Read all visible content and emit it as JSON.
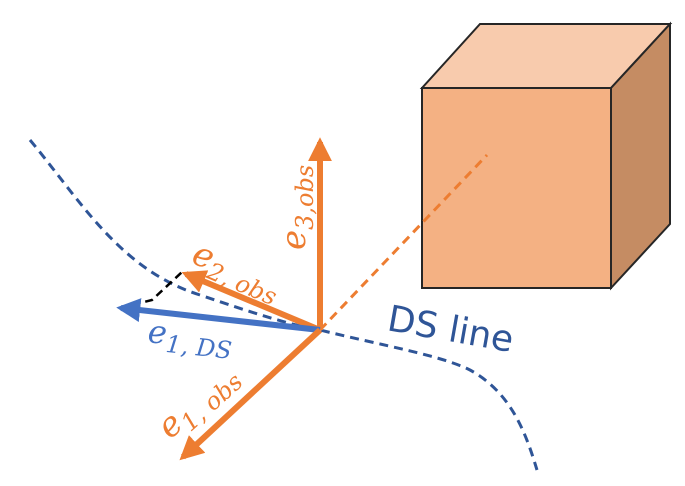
{
  "labels": {
    "e3_main": "e",
    "e3_sub": "3,obs",
    "e2_main": "e",
    "e2_sub": "2, obs",
    "e1ds_main": "e",
    "e1ds_sub": "1, DS",
    "e1obs_main": "e",
    "e1obs_sub": "1, obs",
    "ds_line": "DS line"
  },
  "colors": {
    "orange": "#ED7D31",
    "blue": "#4472C4",
    "navy": "#2F5597",
    "cube_front": "#F4B183",
    "cube_top": "#F8CBAD",
    "cube_side": "#C58C63",
    "cube_edge": "#262626",
    "dashed_black": "#000000"
  }
}
